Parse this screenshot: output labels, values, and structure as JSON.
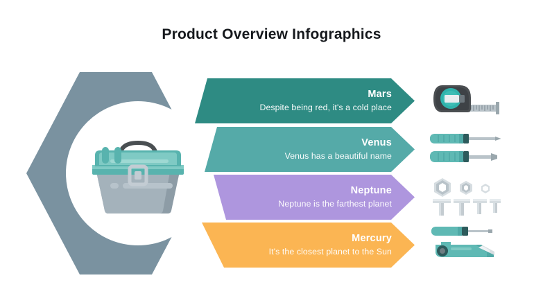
{
  "slide": {
    "title": "Product Overview Infographics",
    "background_color": "#ffffff"
  },
  "center_graphic": {
    "shape": "hexagon",
    "hexagon_color": "#7a92a0",
    "circle_color": "#ffffff",
    "icon_name": "toolbox-icon",
    "icon_colors": {
      "lid": "#58b3ae",
      "lid_top": "#7fcac4",
      "body": "#8d9ca6",
      "body_front": "#a4b2bb",
      "handle": "#4a4f52",
      "latch": "#c3ccd3"
    }
  },
  "banners": [
    {
      "id": "mars",
      "title": "Mars",
      "subtitle": "Despite being red, it's a cold place",
      "color": "#2e8b83",
      "icon_name": "tape-measure-icon"
    },
    {
      "id": "venus",
      "title": "Venus",
      "subtitle": "Venus has a beautiful name",
      "color": "#55aaa8",
      "icon_name": "screwdrivers-icon"
    },
    {
      "id": "neptune",
      "title": "Neptune",
      "subtitle": "Neptune is the farthest planet",
      "color": "#ae96de",
      "icon_name": "nuts-and-bolts-icon"
    },
    {
      "id": "mercury",
      "title": "Mercury",
      "subtitle": "It's the closest planet to the Sun",
      "color": "#fbb553",
      "icon_name": "utility-knife-icon"
    }
  ],
  "palette": {
    "hexagon_gray": "#7a92a0",
    "teal_dark": "#2e8b83",
    "teal_light": "#55aaa8",
    "purple": "#ae96de",
    "orange": "#fbb553",
    "text_dark": "#15181c",
    "text_on_banner": "#ffffff",
    "metal_gray": "#b9c3c9"
  }
}
